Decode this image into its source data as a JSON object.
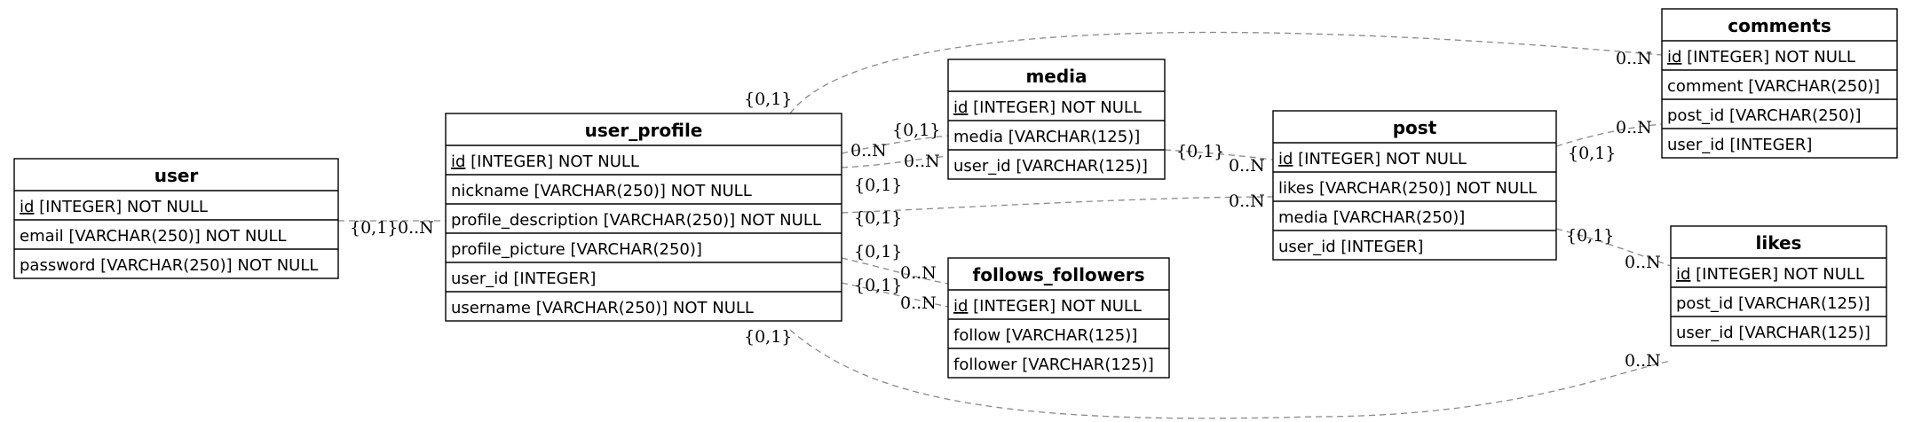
{
  "tables": {
    "user": {
      "title": "user",
      "rows": [
        {
          "pk": "id",
          "rest": " [INTEGER] NOT NULL"
        },
        {
          "pk": "",
          "rest": "email [VARCHAR(250)] NOT NULL"
        },
        {
          "pk": "",
          "rest": "password [VARCHAR(250)] NOT NULL"
        }
      ]
    },
    "user_profile": {
      "title": "user_profile",
      "rows": [
        {
          "pk": "id",
          "rest": " [INTEGER] NOT NULL"
        },
        {
          "pk": "",
          "rest": "nickname [VARCHAR(250)] NOT NULL"
        },
        {
          "pk": "",
          "rest": "profile_description [VARCHAR(250)] NOT NULL"
        },
        {
          "pk": "",
          "rest": "profile_picture [VARCHAR(250)]"
        },
        {
          "pk": "",
          "rest": "user_id [INTEGER]"
        },
        {
          "pk": "",
          "rest": "username [VARCHAR(250)] NOT NULL"
        }
      ]
    },
    "media": {
      "title": "media",
      "rows": [
        {
          "pk": "id",
          "rest": " [INTEGER] NOT NULL"
        },
        {
          "pk": "",
          "rest": "media [VARCHAR(125)]"
        },
        {
          "pk": "",
          "rest": "user_id [VARCHAR(125)]"
        }
      ]
    },
    "follows_followers": {
      "title": "follows_followers",
      "rows": [
        {
          "pk": "id",
          "rest": " [INTEGER] NOT NULL"
        },
        {
          "pk": "",
          "rest": "follow [VARCHAR(125)]"
        },
        {
          "pk": "",
          "rest": "follower [VARCHAR(125)]"
        }
      ]
    },
    "post": {
      "title": "post",
      "rows": [
        {
          "pk": "id",
          "rest": " [INTEGER] NOT NULL"
        },
        {
          "pk": "",
          "rest": "likes [VARCHAR(250)] NOT NULL"
        },
        {
          "pk": "",
          "rest": "media [VARCHAR(250)]"
        },
        {
          "pk": "",
          "rest": "user_id [INTEGER]"
        }
      ]
    },
    "comments": {
      "title": "comments",
      "rows": [
        {
          "pk": "id",
          "rest": " [INTEGER] NOT NULL"
        },
        {
          "pk": "",
          "rest": "comment [VARCHAR(250)]"
        },
        {
          "pk": "",
          "rest": "post_id [VARCHAR(250)]"
        },
        {
          "pk": "",
          "rest": "user_id [INTEGER]"
        }
      ]
    },
    "likes": {
      "title": "likes",
      "rows": [
        {
          "pk": "id",
          "rest": " [INTEGER] NOT NULL"
        },
        {
          "pk": "",
          "rest": "post_id [VARCHAR(125)]"
        },
        {
          "pk": "",
          "rest": "user_id [VARCHAR(125)]"
        }
      ]
    }
  },
  "relationships": [
    {
      "from": "user",
      "to": "user_profile",
      "from_card": "{0,1}",
      "to_card": "0..N"
    },
    {
      "from": "user_profile",
      "to": "comments",
      "from_card": "{0,1}",
      "to_card": "0..N"
    },
    {
      "from": "user_profile",
      "to": "media",
      "from_card": "{0,1}",
      "to_card": "0..N"
    },
    {
      "from": "user_profile",
      "to": "media",
      "from_card": "{0,1}",
      "to_card": "0..N"
    },
    {
      "from": "user_profile",
      "to": "post",
      "from_card": "{0,1}",
      "to_card": "0..N"
    },
    {
      "from": "user_profile",
      "to": "follows_followers",
      "from_card": "{0,1}",
      "to_card": "0..N"
    },
    {
      "from": "user_profile",
      "to": "follows_followers",
      "from_card": "{0,1}",
      "to_card": "0..N"
    },
    {
      "from": "user_profile",
      "to": "likes",
      "from_card": "{0,1}",
      "to_card": "0..N"
    },
    {
      "from": "media",
      "to": "post",
      "from_card": "{0,1}",
      "to_card": "0..N"
    },
    {
      "from": "post",
      "to": "comments",
      "from_card": "{0,1}",
      "to_card": "0..N"
    },
    {
      "from": "post",
      "to": "likes",
      "from_card": "{0,1}",
      "to_card": "0..N"
    }
  ]
}
